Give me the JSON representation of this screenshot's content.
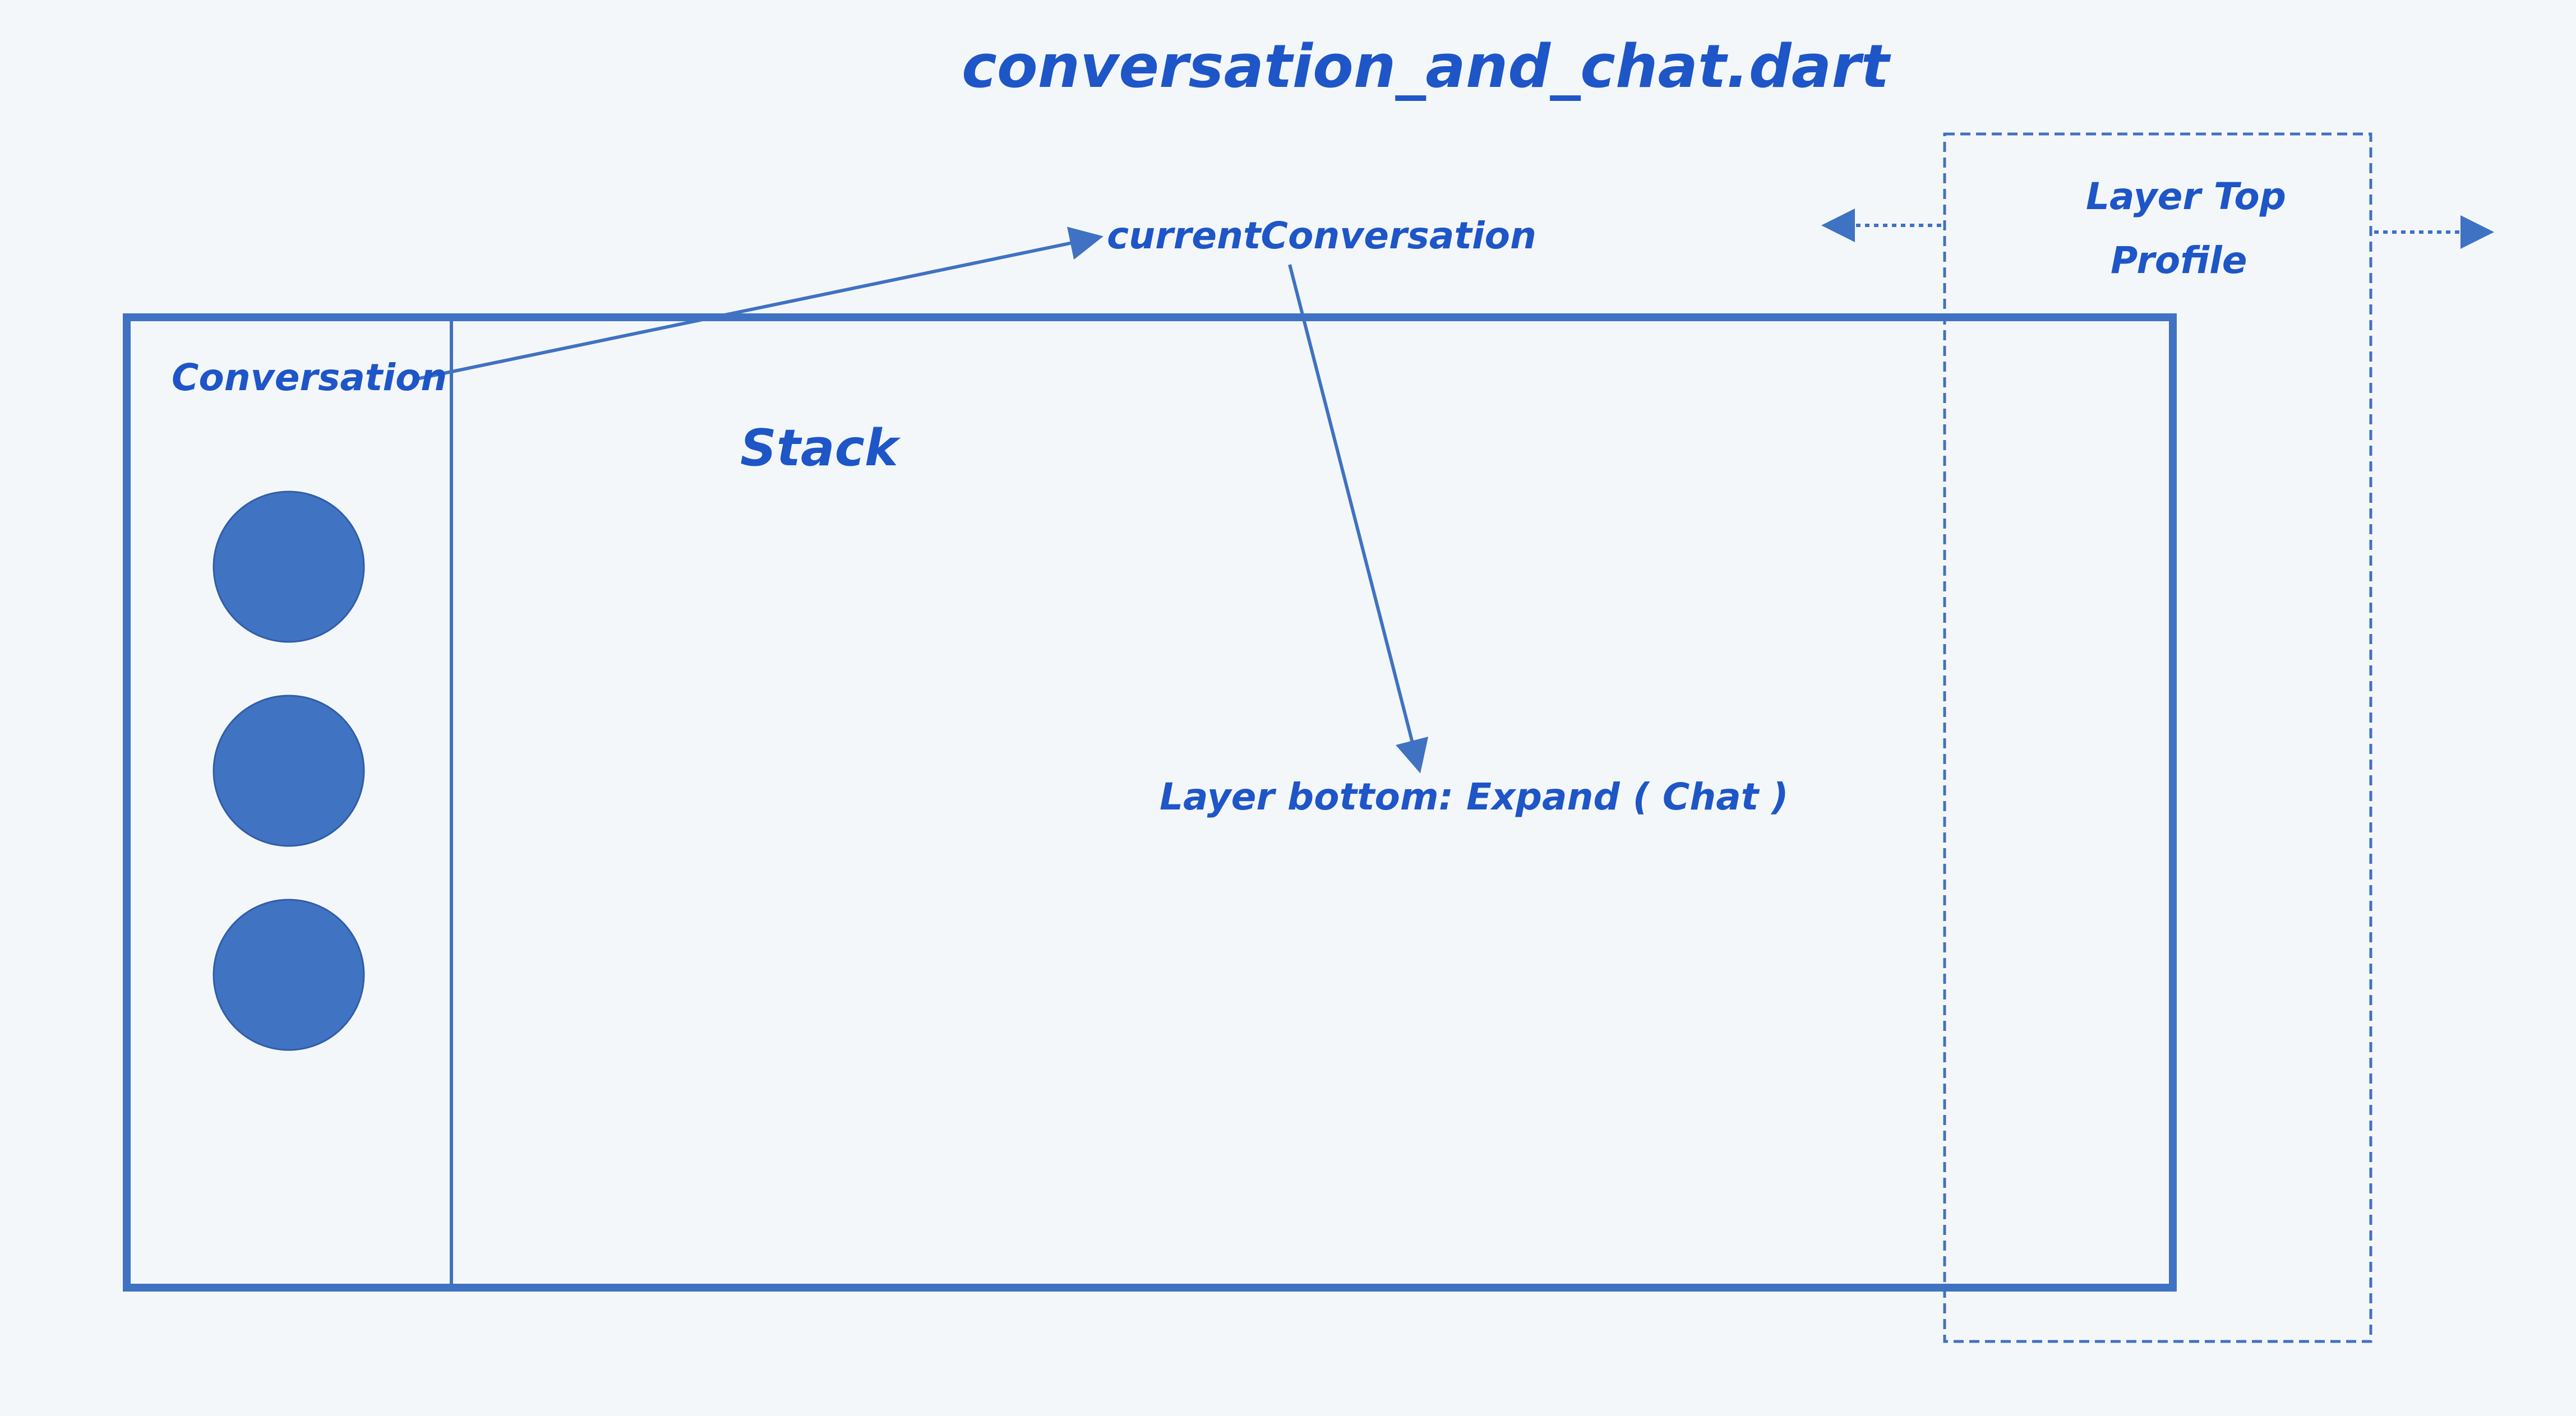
{
  "title": "conversation_and_chat.dart",
  "labels": {
    "stack": "Stack",
    "conversation": "Conversation",
    "current_conversation": "currentConversation",
    "layer_bottom": "Layer bottom: Expand ( Chat )",
    "layer_top_line1": "Layer Top",
    "layer_top_line2": "Profile"
  },
  "colors": {
    "background": "#f4f7fa",
    "text": "#1e56c8",
    "stroke": "#3f72c2",
    "circle_fill": "#4173c3",
    "circle_stroke": "#2f5ea8"
  }
}
